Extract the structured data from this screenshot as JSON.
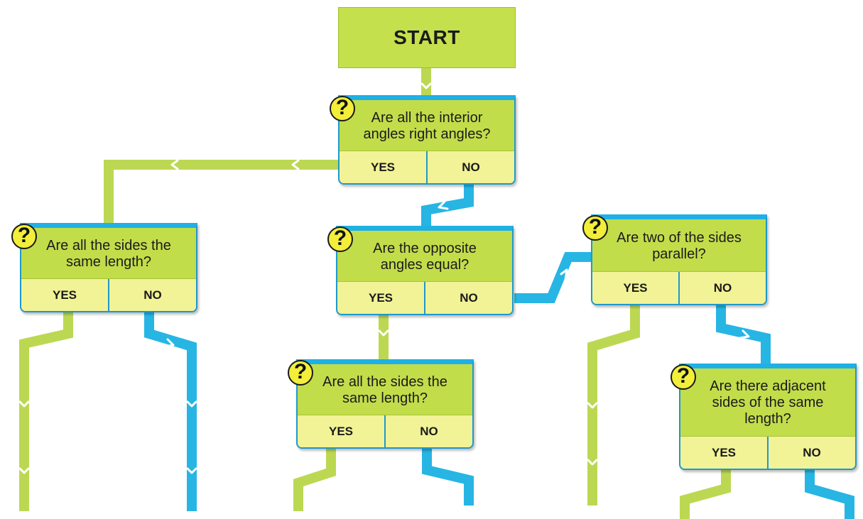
{
  "start": {
    "label": "START"
  },
  "colors": {
    "yes_path": "#bcd853",
    "no_path": "#27b5e4",
    "box_green": "#c2dd4a",
    "answer_bg": "#f1f396",
    "box_border": "#1f98cc"
  },
  "icons": {
    "question": "question-mark-icon",
    "arrow": "chevron-arrow-icon"
  },
  "questions": [
    {
      "text": "Are all the interior\nangles right angles?",
      "yes": "YES",
      "no": "NO"
    },
    {
      "text": "Are all the sides the\nsame length?",
      "yes": "YES",
      "no": "NO"
    },
    {
      "text": "Are the opposite\nangles equal?",
      "yes": "YES",
      "no": "NO"
    },
    {
      "text": "Are two of the sides\nparallel?",
      "yes": "YES",
      "no": "NO"
    },
    {
      "text": "Are all the sides the\nsame length?",
      "yes": "YES",
      "no": "NO"
    },
    {
      "text": "Are there adjacent\nsides of the same\nlength?",
      "yes": "YES",
      "no": "NO"
    }
  ]
}
